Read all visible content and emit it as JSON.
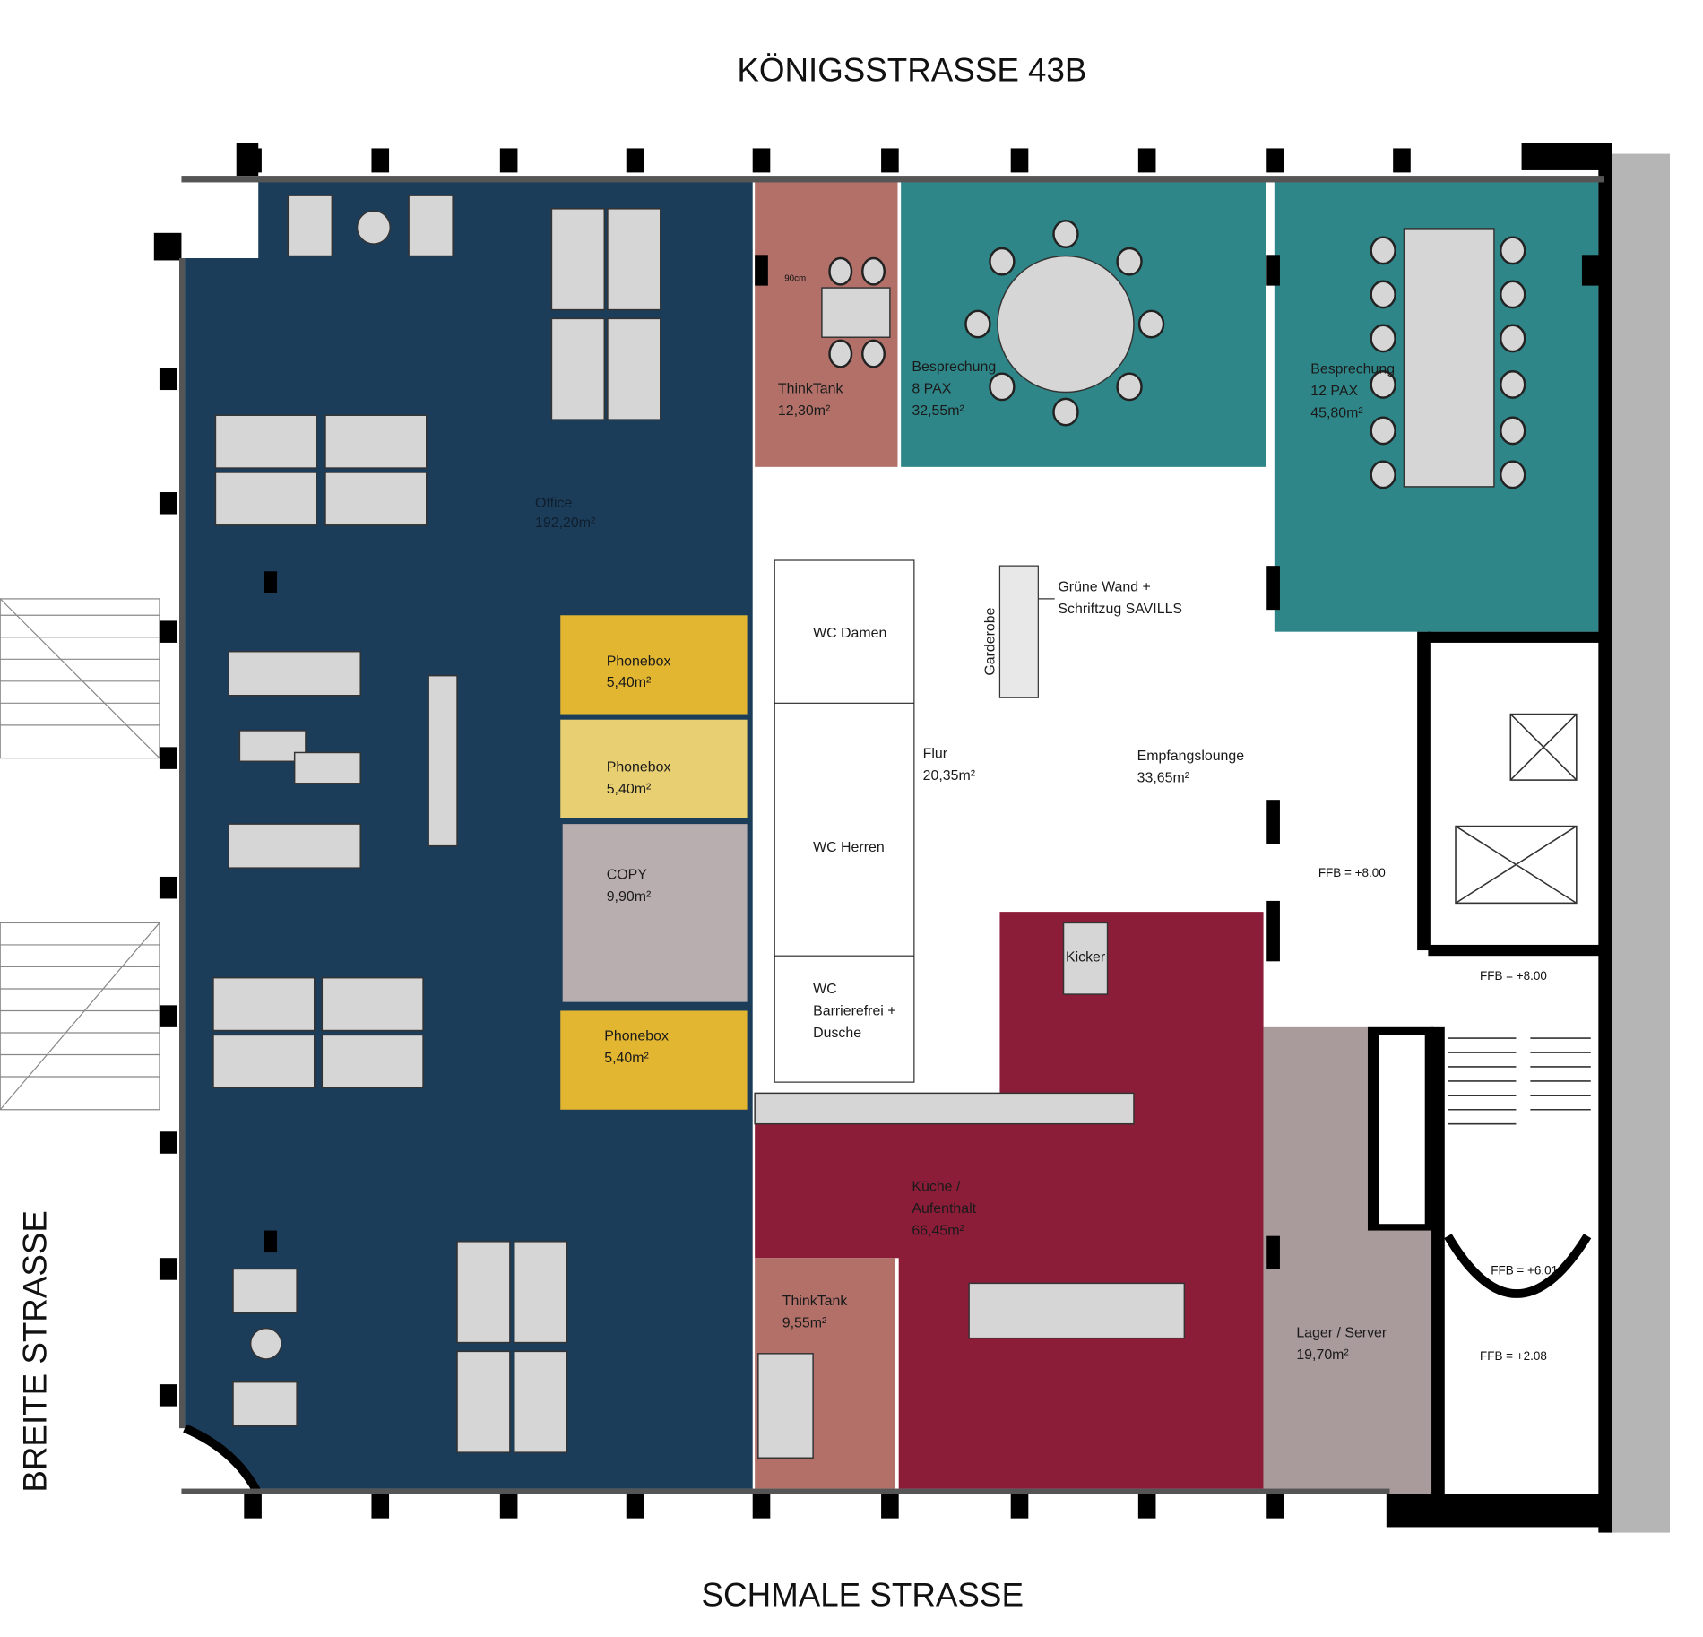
{
  "streets": {
    "top": "KÖNIGSSTRASSE 43B",
    "bottom": "SCHMALE STRASSE",
    "left": "BREITE STRASSE"
  },
  "rooms": {
    "office": {
      "name": "Office",
      "area": "192,20m²"
    },
    "thinktank1": {
      "name": "ThinkTank",
      "area": "12,30m²",
      "note": "90cm"
    },
    "meeting8": {
      "name": "Besprechung",
      "pax": "8 PAX",
      "area": "32,55m²"
    },
    "meeting12": {
      "name": "Besprechung",
      "pax": "12 PAX",
      "area": "45,80m²"
    },
    "phonebox1": {
      "name": "Phonebox",
      "area": "5,40m²"
    },
    "phonebox2": {
      "name": "Phonebox",
      "area": "5,40m²"
    },
    "copy": {
      "name": "COPY",
      "area": "9,90m²"
    },
    "phonebox3": {
      "name": "Phonebox",
      "area": "5,40m²"
    },
    "wc_damen": {
      "name": "WC Damen"
    },
    "wc_herren": {
      "name": "WC Herren"
    },
    "wc_barrierefrei": {
      "line1": "WC",
      "line2": "Barrierefrei +",
      "line3": "Dusche"
    },
    "flur": {
      "name": "Flur",
      "area": "20,35m²"
    },
    "garderobe": {
      "name": "Garderobe"
    },
    "green_wall": {
      "line1": "Grüne Wand +",
      "line2": "Schriftzug SAVILLS"
    },
    "lounge": {
      "name": "Empfangslounge",
      "area": "33,65m²"
    },
    "kicker": {
      "name": "Kicker"
    },
    "kitchen": {
      "line1": "Küche /",
      "line2": "Aufenthalt",
      "area": "66,45m²"
    },
    "thinktank2": {
      "name": "ThinkTank",
      "area": "9,55m²"
    },
    "storage": {
      "name": "Lager / Server",
      "area": "19,70m²"
    }
  },
  "levels": [
    "FFB = +8.00",
    "FFB = +8.00",
    "FFB = +6.01",
    "FFB = +2.08"
  ],
  "colors": {
    "office": "#1c3d5a",
    "thinktank": "#b27069",
    "meeting": "#2f8688",
    "phonebox": "#e2b631",
    "copy": "#b8adaf",
    "kitchen": "#8c1d38",
    "storage": "#a99a9c"
  }
}
